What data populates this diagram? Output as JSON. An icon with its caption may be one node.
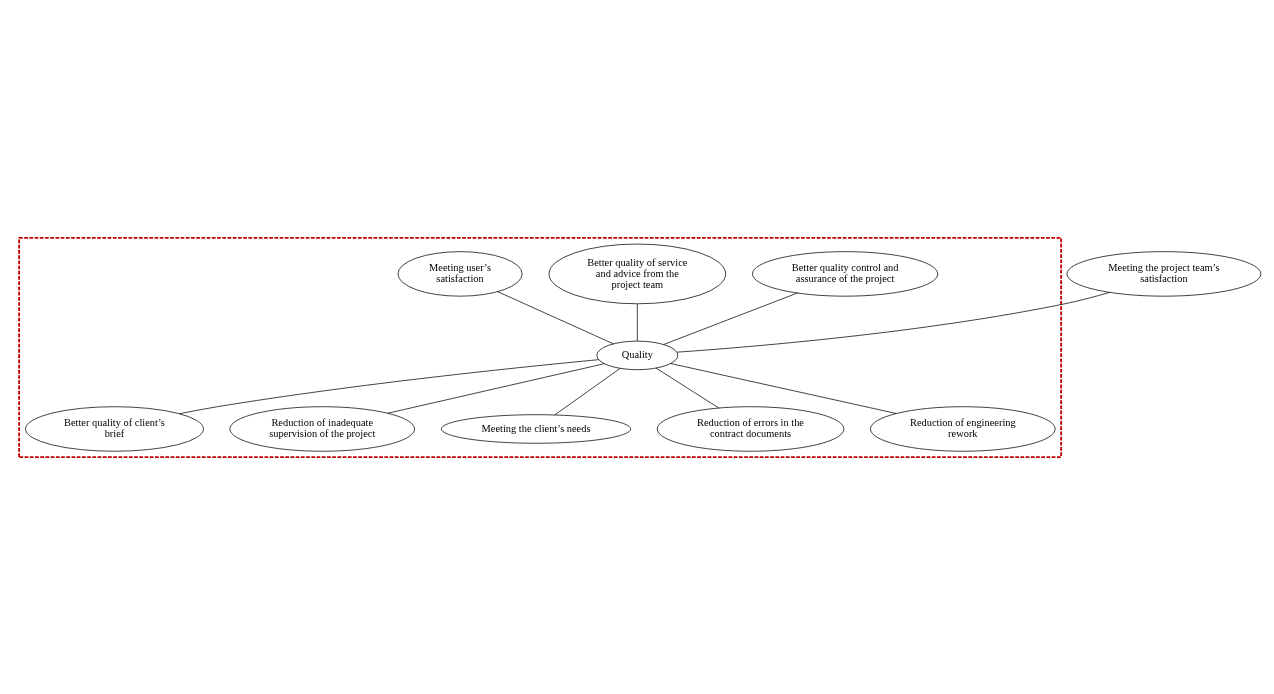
{
  "diagram": {
    "nodes": [
      {
        "text": [],
        "shape": "polygon"
      },
      {
        "text": [
          "Better quality control and assurance of the project"
        ],
        "in": 0
      },
      {
        "text": [
          "Better quality of service and advice from the project team"
        ],
        "in": 0
      },
      {
        "text": [
          "Meeting user’s satisfaction"
        ],
        "in": 0
      },
      {
        "text": [
          "Meeting the project team’s satisfaction"
        ]
      },
      {
        "text": [
          "Quality"
        ],
        "in": 0
      },
      {
        "text": [
          "Better quality of client’s brief"
        ],
        "in": 0
      },
      {
        "text": [
          "Reduction of inadequate supervision of the project"
        ],
        "in": 0
      },
      {
        "text": [
          "Meeting the client’s needs"
        ],
        "in": 0
      },
      {
        "text": [
          "Reduction of errors in the contract documents"
        ],
        "in": 0
      },
      {
        "text": [
          "Reduction of engineering rework"
        ],
        "in": 0
      }
    ],
    "edges": [
      {
        "from": 5,
        "to": 1,
        "arrow": "none"
      },
      {
        "from": 5,
        "to": 2,
        "arrow": "none"
      },
      {
        "from": 5,
        "to": 3,
        "arrow": "none"
      },
      {
        "from": 5,
        "to": 4,
        "arrow": "none"
      },
      {
        "from": 5,
        "to": 6,
        "arrow": "none"
      },
      {
        "from": 5,
        "to": 7,
        "arrow": "none"
      },
      {
        "from": 5,
        "to": 8,
        "arrow": "none"
      },
      {
        "from": 5,
        "to": 9,
        "arrow": "none"
      },
      {
        "from": 5,
        "to": 10,
        "arrow": "none"
      }
    ]
  }
}
